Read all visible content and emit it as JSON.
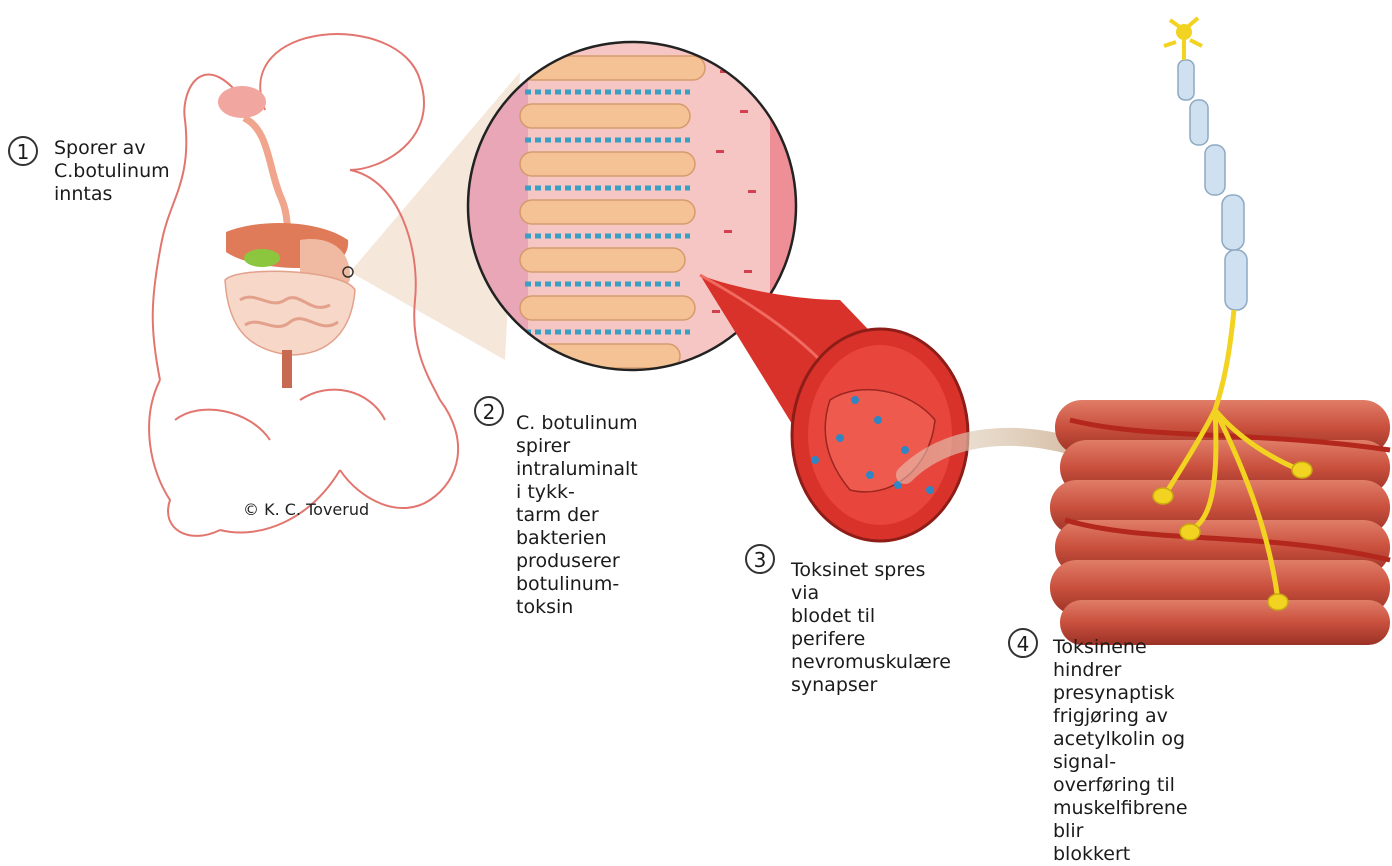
{
  "steps": [
    {
      "number": "1",
      "text": "Sporer av\nC.botulinum\ninntas"
    },
    {
      "number": "2",
      "text": "C. botulinum spirer\nintraluminalt i tykk-\ntarm der bakterien\nproduserer botulinum-\ntoksin"
    },
    {
      "number": "3",
      "text": "Toksinet spres via\nblodet til perifere\nnevromuskulære\nsynapser"
    },
    {
      "number": "4",
      "text": "Toksinene hindrer presynaptisk\nfrigjøring av acetylkolin og signal-\noverføring til muskelfibrene blir\nblokkert"
    }
  ],
  "credit": "© K. C. Toverud",
  "colors": {
    "body_outline": "#e2766f",
    "intestine_tan": "#f1c9a6",
    "tissue_pink": "#f5b3b8",
    "vessel_red": "#d9322b",
    "muscle_red": "#c9503d",
    "nerve_yellow": "#f2d321",
    "myelin_blue": "#cfe0f0",
    "toxin_blue": "#2f86c2"
  }
}
